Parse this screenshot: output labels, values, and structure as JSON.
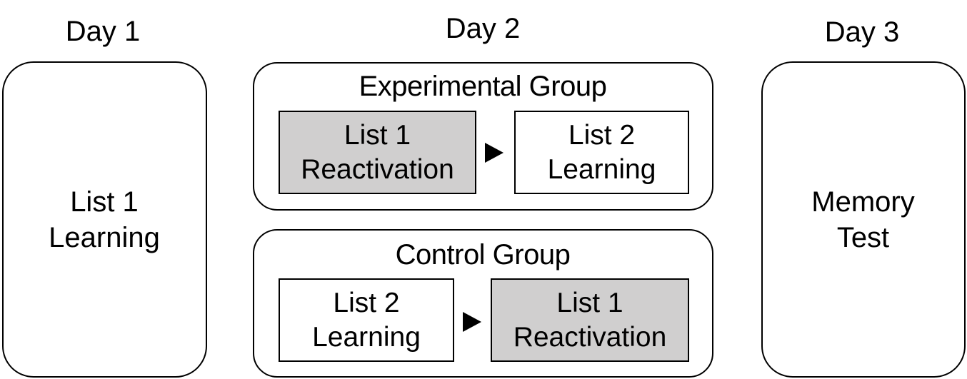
{
  "days": {
    "day1": "Day 1",
    "day2": "Day 2",
    "day3": "Day 3"
  },
  "day1_box": {
    "line1": "List 1",
    "line2": "Learning"
  },
  "day3_box": {
    "line1": "Memory",
    "line2": "Test"
  },
  "experimental_group": {
    "title": "Experimental Group",
    "step1": {
      "line1": "List 1",
      "line2": "Reactivation"
    },
    "step2": {
      "line1": "List 2",
      "line2": "Learning"
    }
  },
  "control_group": {
    "title": "Control Group",
    "step1": {
      "line1": "List 2",
      "line2": "Learning"
    },
    "step2": {
      "line1": "List 1",
      "line2": "Reactivation"
    }
  },
  "colors": {
    "reactivation_fill": "#d0cfcf",
    "learning_fill": "#ffffff",
    "stroke": "#000000"
  }
}
